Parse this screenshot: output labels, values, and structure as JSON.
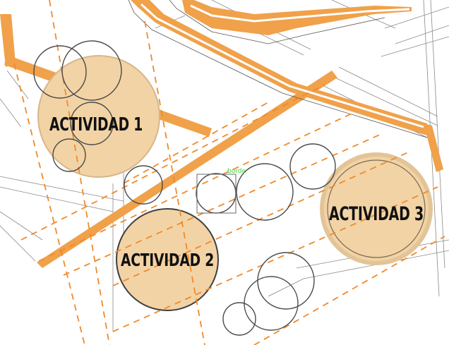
{
  "activities": [
    {
      "id": "actividad-1",
      "label": "ACTIVIDAD 1"
    },
    {
      "id": "actividad-2",
      "label": "ACTIVIDAD 2"
    },
    {
      "id": "actividad-3",
      "label": "ACTIVIDAD 3"
    }
  ],
  "annotation": {
    "label": "borde",
    "color": "#3fcf3f"
  },
  "colors": {
    "orange_band": "#f0a14a",
    "activity_fill": "#f2d3a5",
    "dashed_line": "#f08a2c",
    "outline": "#4a4a4a",
    "background_line": "#8a8a8a"
  }
}
